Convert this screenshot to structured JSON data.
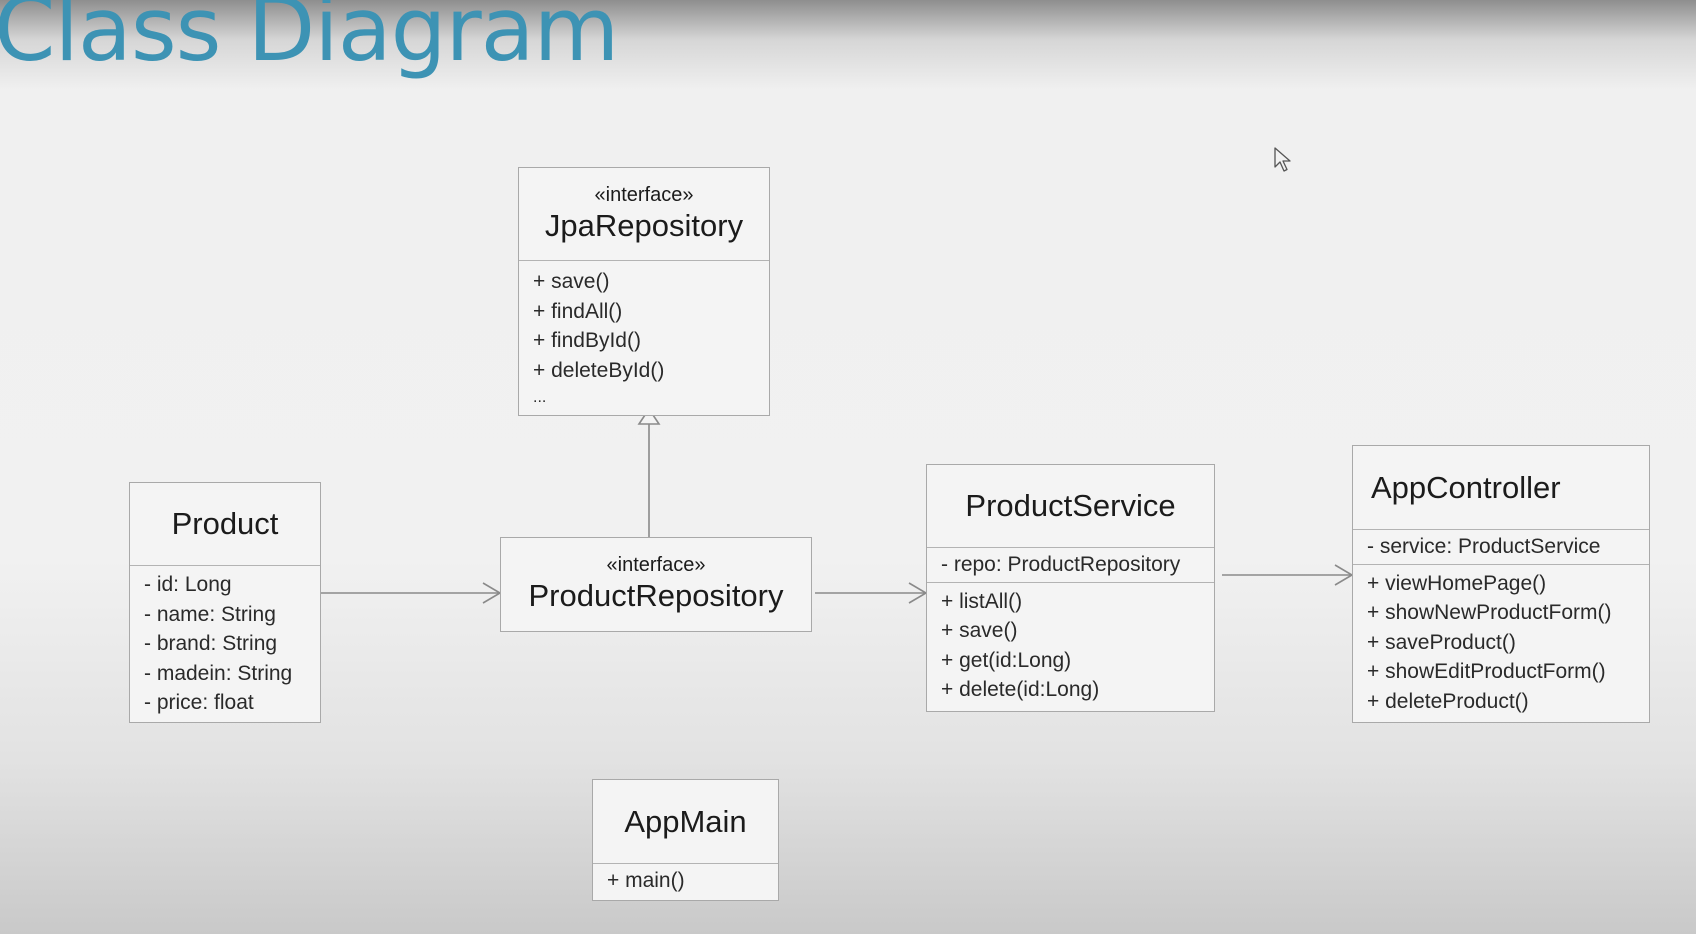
{
  "slide": {
    "title": "Class Diagram"
  },
  "classes": {
    "jpa_repository": {
      "stereotype": "«interface»",
      "name": "JpaRepository",
      "methods": [
        "+ save()",
        "+ findAll()",
        "+ findById()",
        "+ deleteById()",
        "..."
      ]
    },
    "product": {
      "name": "Product",
      "attributes": [
        "- id: Long",
        "- name: String",
        "- brand: String",
        "- madein: String",
        "- price: float"
      ]
    },
    "product_repository": {
      "stereotype": "«interface»",
      "name": "ProductRepository"
    },
    "product_service": {
      "name": "ProductService",
      "attributes": [
        "- repo: ProductRepository"
      ],
      "methods": [
        "+ listAll()",
        "+ save()",
        "+ get(id:Long)",
        "+ delete(id:Long)"
      ]
    },
    "app_controller": {
      "name": "AppController",
      "attributes": [
        "- service: ProductService"
      ],
      "methods": [
        "+ viewHomePage()",
        "+ showNewProductForm()",
        "+ saveProduct()",
        "+ showEditProductForm()",
        "+ deleteProduct()"
      ]
    },
    "app_main": {
      "name": "AppMain",
      "methods": [
        "+ main()"
      ]
    }
  },
  "relationships": [
    {
      "from": "ProductRepository",
      "to": "JpaRepository",
      "kind": "generalization"
    },
    {
      "from": "Product",
      "to": "ProductRepository",
      "kind": "association"
    },
    {
      "from": "ProductRepository",
      "to": "ProductService",
      "kind": "association"
    },
    {
      "from": "ProductService",
      "to": "AppController",
      "kind": "association"
    }
  ],
  "icons": {
    "cursor": "mouse-pointer-icon"
  },
  "colors": {
    "title": "#3d93b4",
    "box_border": "#a9a9a9",
    "box_fill": "#f4f4f4",
    "text": "#1b1b1b"
  }
}
